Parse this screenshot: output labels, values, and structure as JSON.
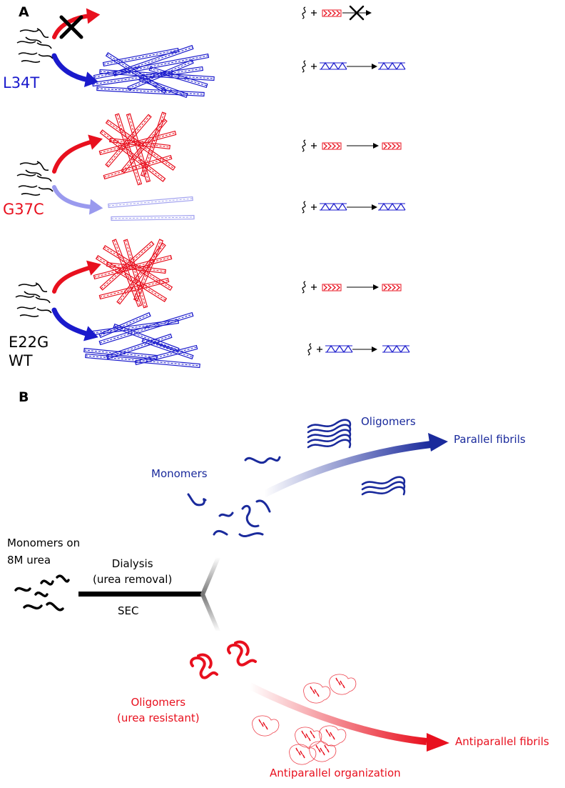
{
  "panel_a": {
    "label": "A",
    "rows": [
      {
        "variant": "L34T"
      },
      {
        "variant": "G37C"
      },
      {
        "variant": "E22G\nWT"
      }
    ]
  },
  "panel_b": {
    "label": "B",
    "start_label": "Monomers on\n8M urea",
    "dialysis_label": "Dialysis\n(urea removal)",
    "sec_label": "SEC",
    "monomers_label": "Monomers",
    "oligomers_blue_label": "Oligomers",
    "parallel_label": "Parallel fibrils",
    "oligomers_red_label": "Oligomers\n(urea resistant)",
    "antiparallel_fibrils_label": "Antiparallel fibrils",
    "antiparallel_org_label": "Antiparallel organization"
  },
  "colors": {
    "blue": "#1a1acc",
    "navy": "#1a2a9c",
    "red": "#e8101e",
    "light_blue": "#9a9aee",
    "black": "#000000"
  }
}
